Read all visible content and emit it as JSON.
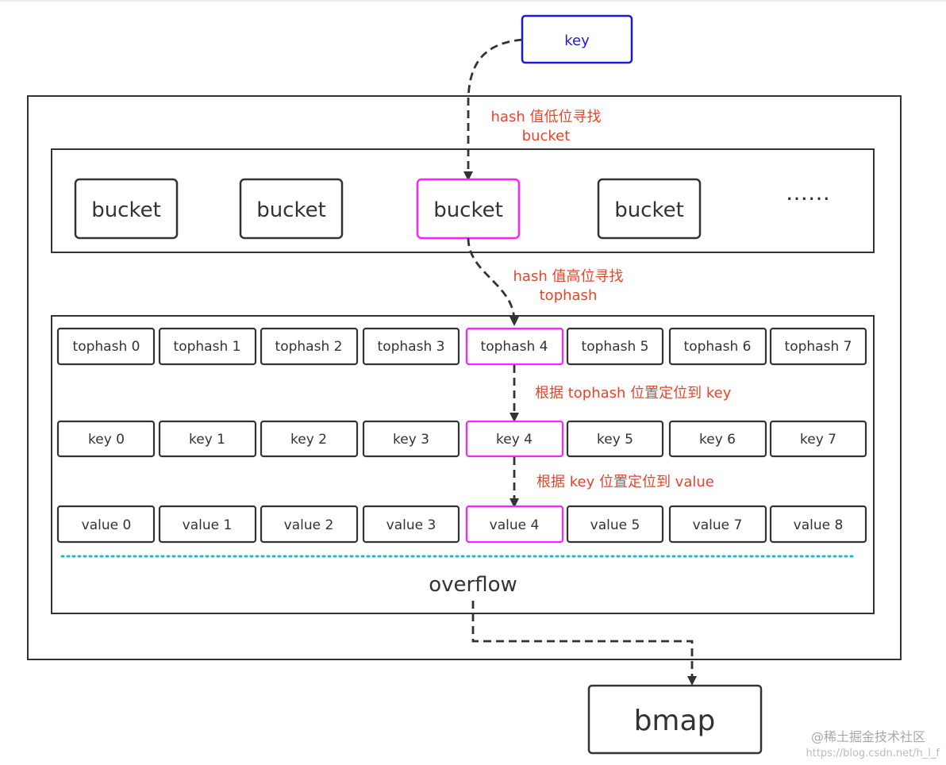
{
  "key_node": {
    "label": "key"
  },
  "buckets": {
    "items": [
      {
        "label": "bucket"
      },
      {
        "label": "bucket"
      },
      {
        "label": "bucket",
        "highlighted": true
      },
      {
        "label": "bucket"
      }
    ],
    "ellipsis": "……"
  },
  "annotations": {
    "low_bits_line1": "hash 值低位寻找",
    "low_bits_line2": "bucket",
    "high_bits_line1": "hash 值高位寻找",
    "high_bits_line2": "tophash",
    "tophash_to_key": "根据 tophash 位置定位到 key",
    "key_to_value": "根据 key 位置定位到 value"
  },
  "bmap": {
    "tophash_cells": [
      "tophash 0",
      "tophash 1",
      "tophash 2",
      "tophash 3",
      "tophash 4",
      "tophash 5",
      "tophash 6",
      "tophash 7"
    ],
    "key_cells": [
      "key 0",
      "key 1",
      "key 2",
      "key 3",
      "key 4",
      "key 5",
      "key 6",
      "key 7"
    ],
    "value_cells": [
      "value 0",
      "value 1",
      "value 2",
      "value 3",
      "value 4",
      "value 5",
      "value 7",
      "value 8"
    ],
    "highlighted_index": 4,
    "overflow_label": "overflow"
  },
  "overflow_target": {
    "label": "bmap"
  },
  "watermark": {
    "brand": "@稀土掘金技术社区",
    "url": "https://blog.csdn.net/h_l_f"
  },
  "colors": {
    "highlight": "#ff22ff",
    "key_border": "#1a1adf",
    "annotation": "#e8442b",
    "overflow_divider": "#1fb8c4"
  }
}
